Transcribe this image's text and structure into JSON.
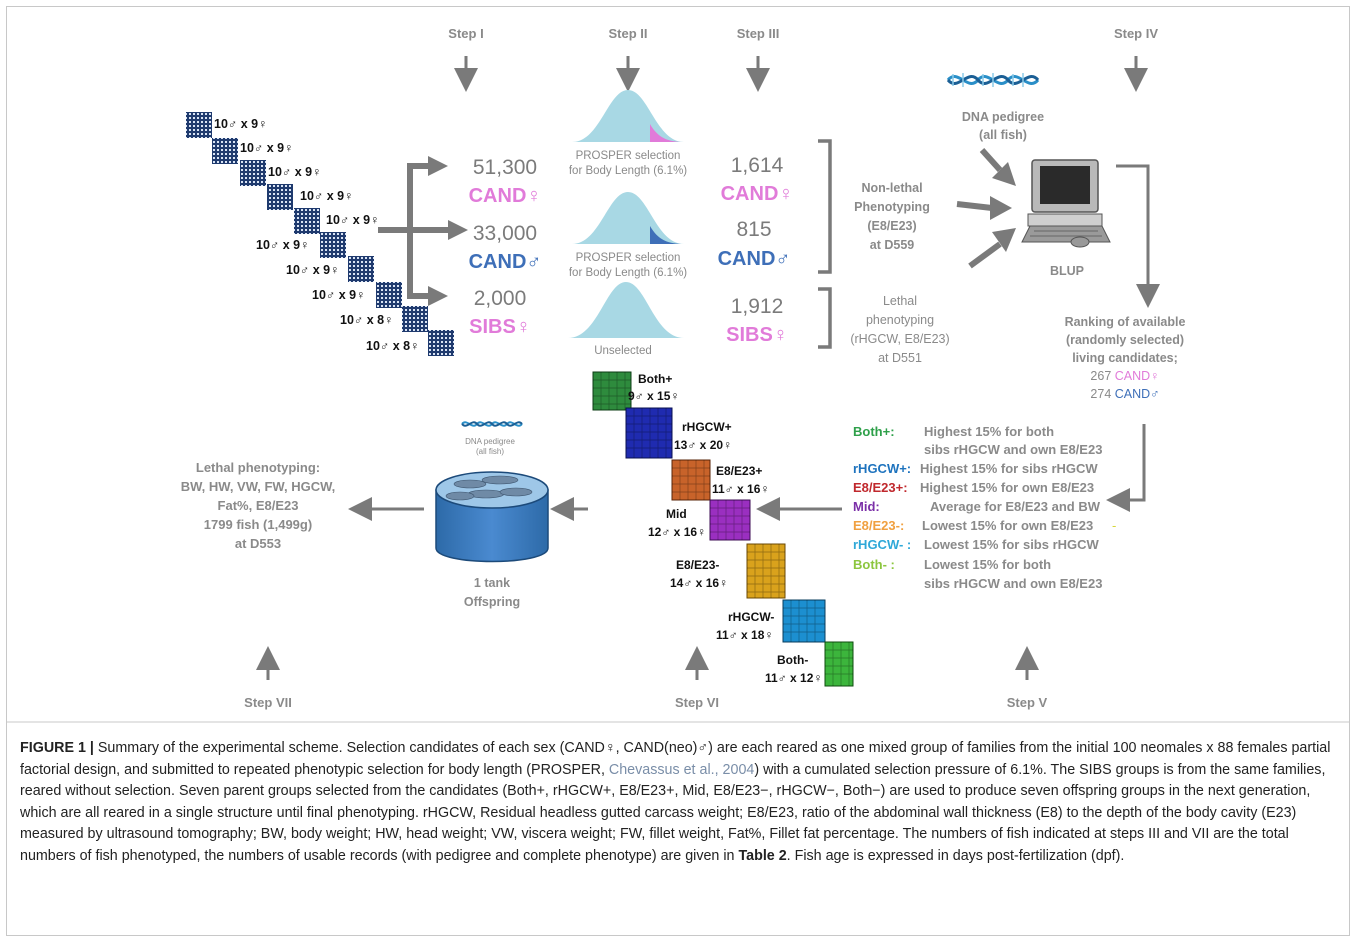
{
  "steps": [
    "Step I",
    "Step II",
    "Step III",
    "Step IV",
    "Step V",
    "Step VI",
    "Step VII"
  ],
  "family_blocks": [
    "10♂ x 9♀",
    "10♂ x 9♀",
    "10♂ x 9♀",
    "10♂ x 9♀",
    "10♂ x 9♀",
    "10♂ x 9♀",
    "10♂ x 9♀",
    "10♂ x 9♀",
    "10♂ x 8♀",
    "10♂ x 8♀"
  ],
  "groups_initial": [
    {
      "count": "51,300",
      "label": "CAND♀",
      "color": "#e17bd9"
    },
    {
      "count": "33,000",
      "label": "CAND♂",
      "color": "#3e6fb8"
    },
    {
      "count": "2,000",
      "label": "SIBS♀",
      "color": "#e17bd9"
    }
  ],
  "selection": [
    {
      "line1": "PROSPER selection",
      "line2": "for Body Length (6.1%)",
      "tail_color": "#e17bd9"
    },
    {
      "line1": "PROSPER selection",
      "line2": "for Body Length (6.1%)",
      "tail_color": "#3e6fb8"
    },
    {
      "line1": "Unselected",
      "line2": "",
      "tail_color": ""
    }
  ],
  "groups_phenotyped": [
    {
      "count": "1,614",
      "label": "CAND♀",
      "color": "#e17bd9"
    },
    {
      "count": "815",
      "label": "CAND♂",
      "color": "#3e6fb8"
    },
    {
      "count": "1,912",
      "label": "SIBS♀",
      "color": "#e17bd9"
    }
  ],
  "phenotyping": {
    "nonlethal": [
      "Non-lethal",
      "Phenotyping",
      "(E8/E23)",
      "at D559"
    ],
    "lethal": [
      "Lethal",
      "phenotyping",
      "(rHGCW, E8/E23)",
      "at D551"
    ]
  },
  "dna_pedigree_top": [
    "DNA pedigree",
    "(all fish)"
  ],
  "dna_pedigree_small": [
    "DNA pedigree",
    "(all fish)"
  ],
  "blup_label": "BLUP",
  "ranking": {
    "lines": [
      "Ranking of available",
      "(randomly selected)",
      "living candidates;"
    ],
    "cand_f": {
      "count": "267",
      "label": "CAND♀"
    },
    "cand_m": {
      "count": "274",
      "label": "CAND♂"
    }
  },
  "parent_groups": [
    {
      "name": "Both+",
      "cross": "9♂ x 15♀",
      "color": "#2e8b3d"
    },
    {
      "name": "rHGCW+",
      "cross": "13♂ x 20♀",
      "color": "#1f2bb0"
    },
    {
      "name": "E8/E23+",
      "cross": "11♂ x 16♀",
      "color": "#c8632a"
    },
    {
      "name": "Mid",
      "cross": "12♂ x 16♀",
      "color": "#9a2fc0"
    },
    {
      "name": "E8/E23-",
      "cross": "14♂ x 16♀",
      "color": "#d9a21c"
    },
    {
      "name": "rHGCW-",
      "cross": "11♂ x 18♀",
      "color": "#1c8fd0"
    },
    {
      "name": "Both-",
      "cross": "11♂ x 12♀",
      "color": "#3cb53c"
    }
  ],
  "legend": [
    {
      "key": "Both+:",
      "color": "#2ea04a",
      "desc": "Highest 15% for both",
      "desc2": "sibs rHGCW and own E8/E23"
    },
    {
      "key": "rHGCW+:",
      "color": "#1e73be",
      "desc": "Highest 15% for sibs rHGCW",
      "desc2": ""
    },
    {
      "key": "E8/E23+:",
      "color": "#c0282d",
      "desc": "Highest 15% for own E8/E23",
      "desc2": ""
    },
    {
      "key": "Mid:",
      "color": "#7b2fa8",
      "desc": "Average for E8/E23 and BW",
      "desc2": ""
    },
    {
      "key": "E8/E23-:",
      "color": "#f0a040",
      "desc": "Lowest 15% for own E8/E23",
      "desc2": ""
    },
    {
      "key": "rHGCW- :",
      "color": "#2fa8d8",
      "desc": "Lowest 15% for sibs rHGCW",
      "desc2": ""
    },
    {
      "key": "Both- :",
      "color": "#8cc63e",
      "desc": "Lowest 15% for both",
      "desc2": "sibs rHGCW and own E8/E23"
    }
  ],
  "offspring": {
    "tank": [
      "1 tank",
      "Offspring"
    ],
    "lethal": [
      "Lethal phenotyping:",
      "BW, HW, VW, FW, HGCW,",
      "Fat%, E8/E23",
      "1799 fish (1,499g)",
      "at D553"
    ]
  },
  "caption": {
    "label": "FIGURE 1 |",
    "text1": " Summary of the experimental scheme. Selection candidates of each sex (CAND♀, CAND(neo)♂) are each reared as one mixed group of families from the initial 100 neomales x 88 females partial factorial design, and submitted to repeated phenotypic selection for body length (PROSPER, ",
    "cite": "Chevassus et al., 2004",
    "text2": ") with a cumulated selection pressure of 6.1%. The SIBS groups is from the same families, reared without selection. Seven parent groups selected from the candidates (Both+, rHGCW+, E8/E23+, Mid, E8/E23−, rHGCW−, Both−) are used to produce seven offspring groups in the next generation, which are all reared in a single structure until final phenotyping. rHGCW, Residual headless gutted carcass weight; E8/E23, ratio of the abdominal wall thickness (E8) to the depth of the body cavity (E23) measured by ultrasound tomography; BW, body weight; HW, head weight; VW, viscera weight; FW, fillet weight, Fat%, Fillet fat percentage. The numbers of fish indicated at steps III and VII are the total numbers of fish phenotyped, the numbers of usable records (with pedigree and complete phenotype) are given in ",
    "table_ref": "Table 2",
    "text3": ". Fish age is expressed in days post-fertilization (dpf)."
  }
}
